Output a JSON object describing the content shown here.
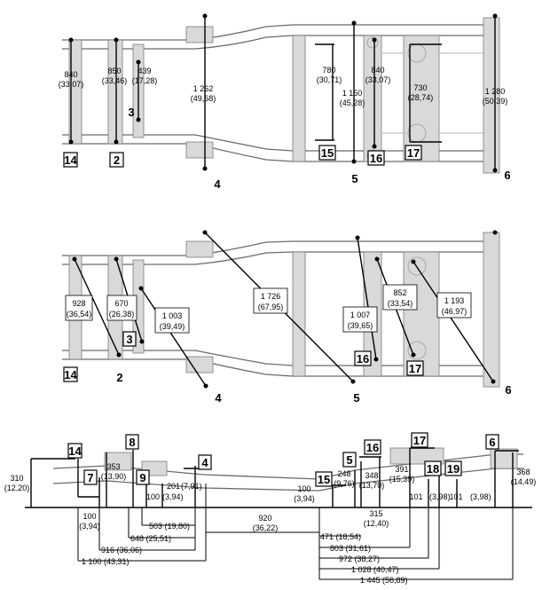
{
  "top": {
    "measurements": [
      {
        "id": "t840a",
        "value": "840",
        "inch": "(33,07)"
      },
      {
        "id": "t850",
        "value": "850",
        "inch": "(33,46)"
      },
      {
        "id": "t439",
        "value": "439",
        "inch": "(17,28)"
      },
      {
        "id": "t1262",
        "value": "1 262",
        "inch": "(49,68)"
      },
      {
        "id": "t780",
        "value": "780",
        "inch": "(30,71)"
      },
      {
        "id": "t1150",
        "value": "1 150",
        "inch": "(45,28)"
      },
      {
        "id": "t840b",
        "value": "840",
        "inch": "(33,07)"
      },
      {
        "id": "t730",
        "value": "730",
        "inch": "(28,74)"
      },
      {
        "id": "t1280",
        "value": "1 280",
        "inch": "(50,39)"
      }
    ],
    "markers": [
      "14",
      "2",
      "3",
      "4",
      "15",
      "5",
      "16",
      "17",
      "6"
    ]
  },
  "middle": {
    "measurements": [
      {
        "id": "m928",
        "value": "928",
        "inch": "(36,54)"
      },
      {
        "id": "m670",
        "value": "670",
        "inch": "(26,38)"
      },
      {
        "id": "m1003",
        "value": "1 003",
        "inch": "(39,49)"
      },
      {
        "id": "m1726",
        "value": "1 726",
        "inch": "(67,95)"
      },
      {
        "id": "m1007",
        "value": "1 007",
        "inch": "(39,65)"
      },
      {
        "id": "m852",
        "value": "852",
        "inch": "(33,54)"
      },
      {
        "id": "m1193",
        "value": "1 193",
        "inch": "(46,97)"
      }
    ],
    "markers": [
      "14",
      "2",
      "3",
      "4",
      "5",
      "16",
      "17",
      "6"
    ]
  },
  "side": {
    "heights": [
      {
        "id": "s310",
        "value": "310",
        "inch": "(12,20)"
      },
      {
        "id": "s353",
        "value": "353",
        "inch": "(13,90)"
      },
      {
        "id": "s100a",
        "value": "100",
        "inch": "(3,94)"
      },
      {
        "id": "s100b",
        "value": "100",
        "inch": "(3,94)"
      },
      {
        "id": "s201",
        "value": "201",
        "inch": "(7,91)"
      },
      {
        "id": "s100c",
        "value": "100",
        "inch": "(3,94)"
      },
      {
        "id": "s248",
        "value": "248",
        "inch": "(9,76)"
      },
      {
        "id": "s348",
        "value": "348",
        "inch": "(13,70)"
      },
      {
        "id": "s391",
        "value": "391",
        "inch": "(15,39)"
      },
      {
        "id": "s101a",
        "value": "101",
        "inch": "(3,98)"
      },
      {
        "id": "s101b",
        "value": "101",
        "inch": "(3,98)"
      },
      {
        "id": "s368",
        "value": "368",
        "inch": "(14,49)"
      },
      {
        "id": "s315",
        "value": "315",
        "inch": "(12,40)"
      },
      {
        "id": "s920",
        "value": "920",
        "inch": "(36,22)"
      }
    ],
    "front_lengths": [
      {
        "id": "f503",
        "text": "503 (19,80)"
      },
      {
        "id": "f648",
        "text": "648 (25,51)"
      },
      {
        "id": "f916",
        "text": "916 (36,06)"
      },
      {
        "id": "f1100",
        "text": "1 100 (43,31)"
      }
    ],
    "rear_lengths": [
      {
        "id": "r471",
        "text": "471 (18,54)"
      },
      {
        "id": "r803",
        "text": "803 (31,61)"
      },
      {
        "id": "r972",
        "text": "972 (38,27)"
      },
      {
        "id": "r1028",
        "text": "1 028 (40,47)"
      },
      {
        "id": "r1445",
        "text": "1 445 (56,89)"
      }
    ],
    "markers": [
      "14",
      "8",
      "7",
      "9",
      "4",
      "15",
      "5",
      "16",
      "17",
      "18",
      "19",
      "6"
    ]
  }
}
